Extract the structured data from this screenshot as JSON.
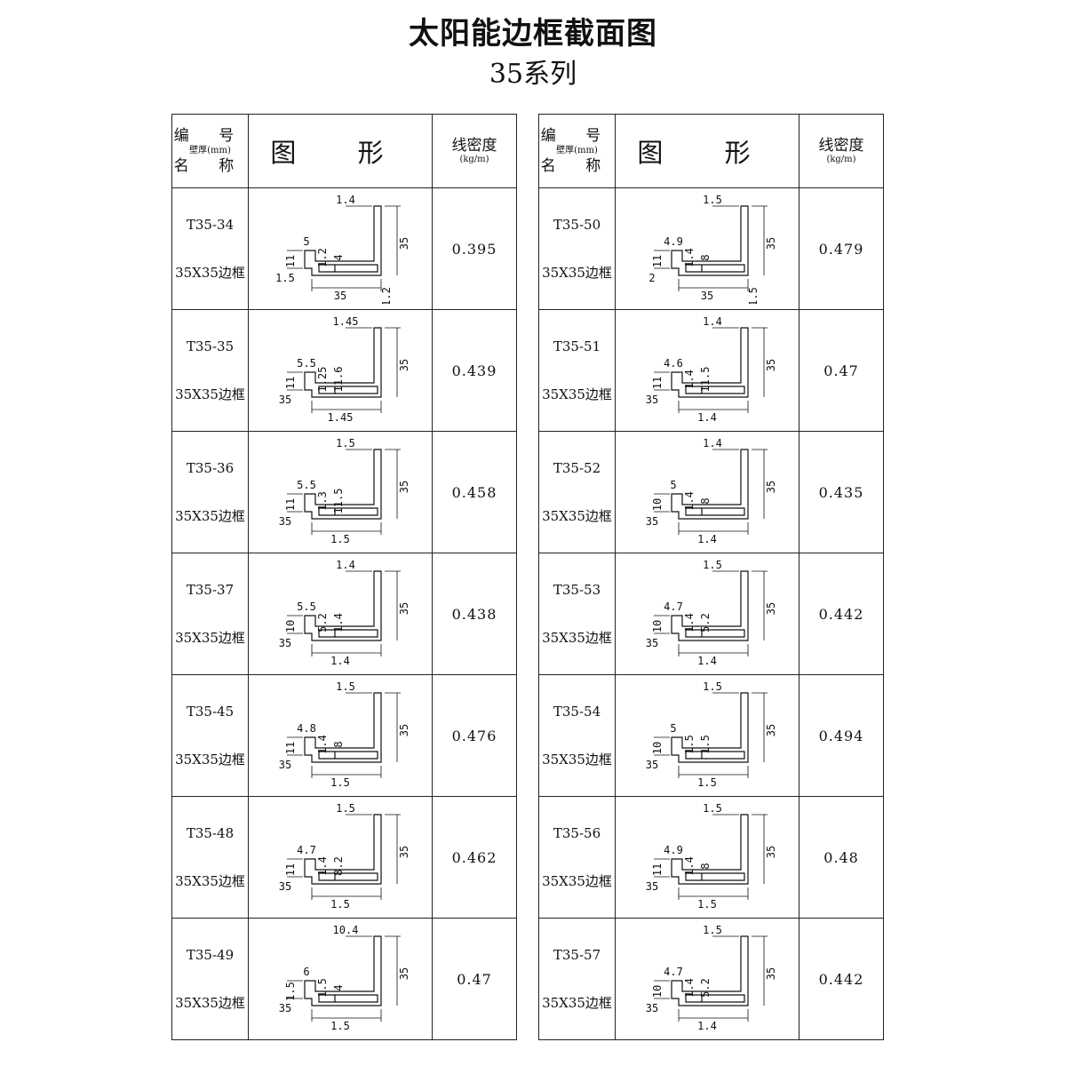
{
  "title": "太阳能边框截面图",
  "subtitle": "35系列",
  "header": {
    "code_line1": "编  号",
    "code_line2": "壁厚(mm)",
    "code_line3": "名  称",
    "shape": "图  形",
    "density_line1": "线密度",
    "density_line2": "(kg/m)"
  },
  "left_rows": [
    {
      "code": "T35-34",
      "name": "35X35边框",
      "density": "0.395",
      "dims": [
        "1.4",
        "5",
        "1.2",
        "4",
        "35",
        "11",
        "1.5",
        "35",
        "1.2"
      ]
    },
    {
      "code": "T35-35",
      "name": "35X35边框",
      "density": "0.439",
      "dims": [
        "1.45",
        "5.5",
        "1.25",
        "11.6",
        "35",
        "11",
        "35",
        "1.45"
      ]
    },
    {
      "code": "T35-36",
      "name": "35X35边框",
      "density": "0.458",
      "dims": [
        "1.5",
        "5.5",
        "1.3",
        "11.5",
        "35",
        "11",
        "35",
        "1.5"
      ]
    },
    {
      "code": "T35-37",
      "name": "35X35边框",
      "density": "0.438",
      "dims": [
        "1.4",
        "5.5",
        "5.2",
        "1.4",
        "35",
        "10",
        "35",
        "1.4"
      ]
    },
    {
      "code": "T35-45",
      "name": "35X35边框",
      "density": "0.476",
      "dims": [
        "1.5",
        "4.8",
        "1.4",
        "8",
        "35",
        "11",
        "35",
        "1.5"
      ]
    },
    {
      "code": "T35-48",
      "name": "35X35边框",
      "density": "0.462",
      "dims": [
        "1.5",
        "4.7",
        "1.4",
        "8.2",
        "35",
        "11",
        "35",
        "1.5"
      ]
    },
    {
      "code": "T35-49",
      "name": "35X35边框",
      "density": "0.47",
      "dims": [
        "10.4",
        "6",
        "1.5",
        "4",
        "35",
        "1.5",
        "35",
        "1.5"
      ]
    }
  ],
  "right_rows": [
    {
      "code": "T35-50",
      "name": "35X35边框",
      "density": "0.479",
      "dims": [
        "1.5",
        "4.9",
        "1.4",
        "8",
        "35",
        "11",
        "2",
        "35",
        "1.5"
      ]
    },
    {
      "code": "T35-51",
      "name": "35X35边框",
      "density": "0.47",
      "dims": [
        "1.4",
        "4.6",
        "1.4",
        "11.5",
        "35",
        "11",
        "35",
        "1.4"
      ]
    },
    {
      "code": "T35-52",
      "name": "35X35边框",
      "density": "0.435",
      "dims": [
        "1.4",
        "5",
        "1.4",
        "8",
        "35",
        "10",
        "35",
        "1.4"
      ]
    },
    {
      "code": "T35-53",
      "name": "35X35边框",
      "density": "0.442",
      "dims": [
        "1.5",
        "4.7",
        "1.4",
        "5.2",
        "35",
        "10",
        "35",
        "1.4"
      ]
    },
    {
      "code": "T35-54",
      "name": "35X35边框",
      "density": "0.494",
      "dims": [
        "1.5",
        "5",
        "1.5",
        "1.5",
        "35",
        "10",
        "35",
        "1.5"
      ]
    },
    {
      "code": "T35-56",
      "name": "35X35边框",
      "density": "0.48",
      "dims": [
        "1.5",
        "4.9",
        "1.4",
        "8",
        "35",
        "11",
        "35",
        "1.5"
      ]
    },
    {
      "code": "T35-57",
      "name": "35X35边框",
      "density": "0.442",
      "dims": [
        "1.5",
        "4.7",
        "1.4",
        "5.2",
        "35",
        "10",
        "35",
        "1.4"
      ]
    }
  ]
}
